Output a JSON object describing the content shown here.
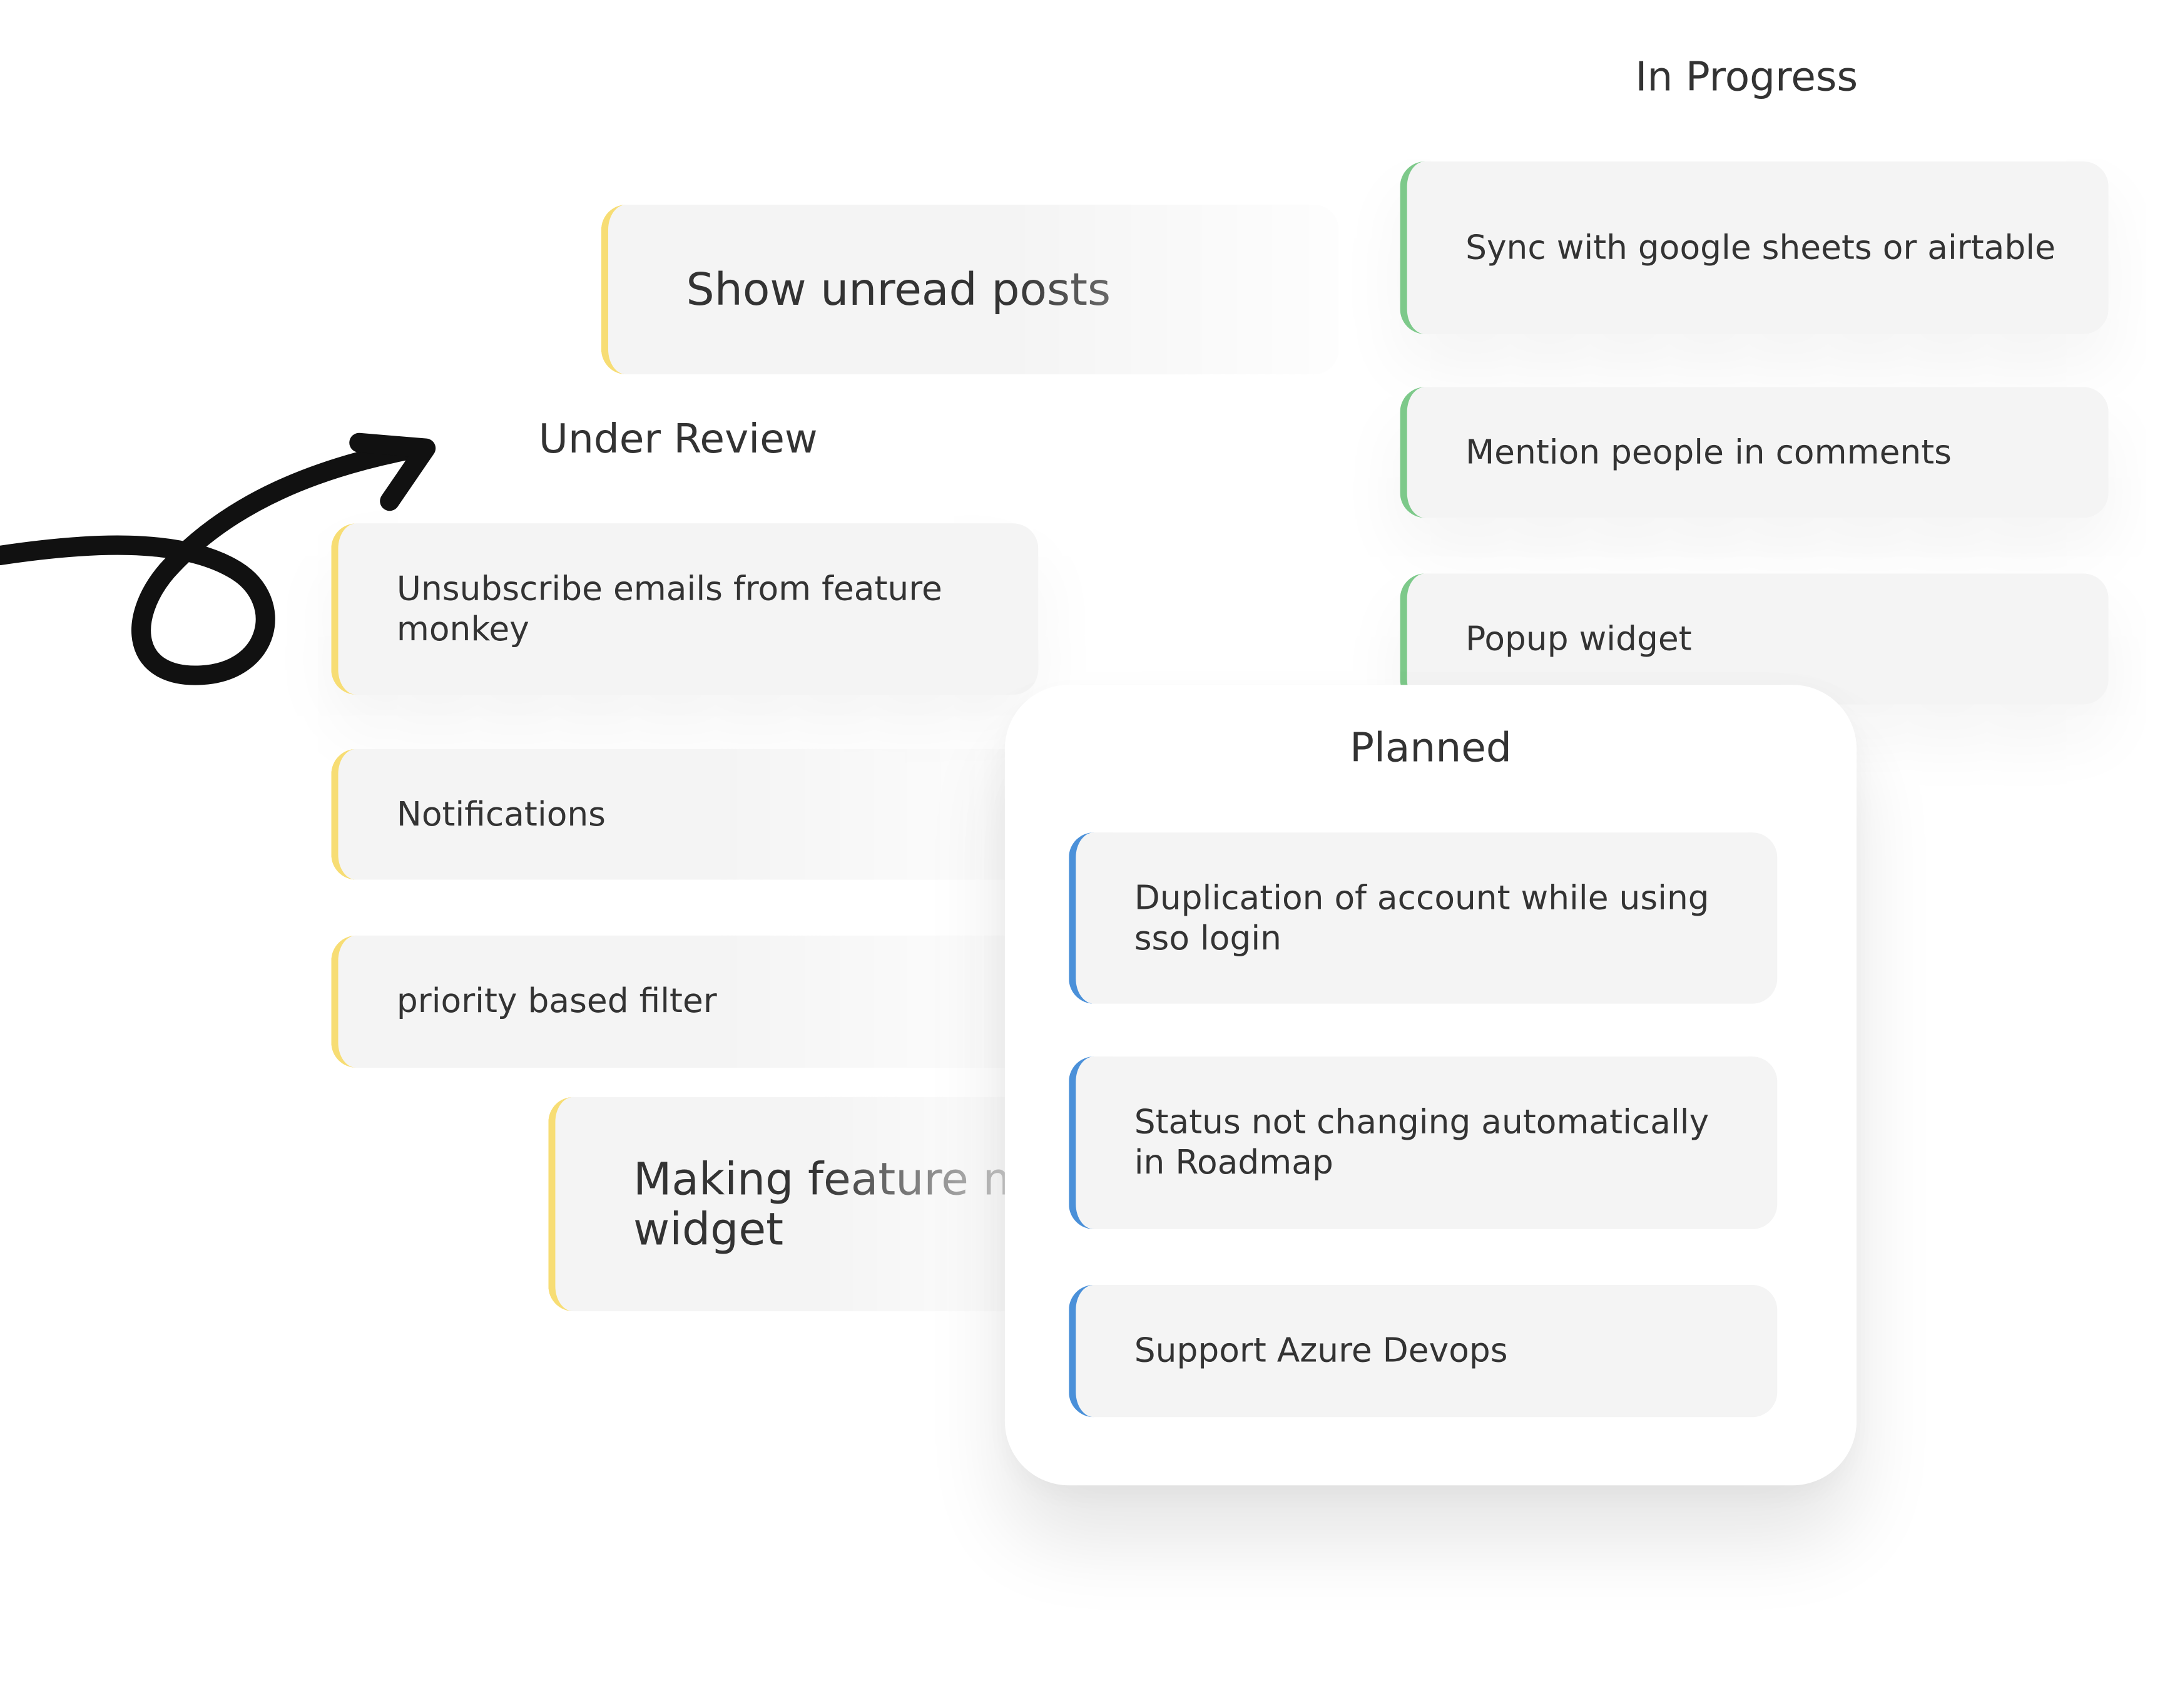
{
  "columns": {
    "in_progress": {
      "title": "In Progress",
      "cards": [
        "Sync with google sheets or airtable",
        "Mention people in comments",
        "Popup widget"
      ]
    },
    "under_review": {
      "title": "Under Review",
      "cards": [
        "Show unread posts",
        "Unsubscribe emails from feature monkey",
        "Notifications",
        "priority based filter",
        "Making feature m widget"
      ]
    },
    "planned": {
      "title": "Planned",
      "cards": [
        "Duplication of account while using sso login",
        "Status not changing automatically in Roadmap",
        "Support Azure Devops"
      ]
    }
  },
  "decorations": {
    "arrow_icon": "curly-arrow-icon"
  },
  "colors": {
    "under_review_accent": "#f7dd74",
    "in_progress_accent": "#7dc98a",
    "planned_accent": "#4a90d9",
    "card_background": "#f4f4f4",
    "text": "#333333"
  }
}
